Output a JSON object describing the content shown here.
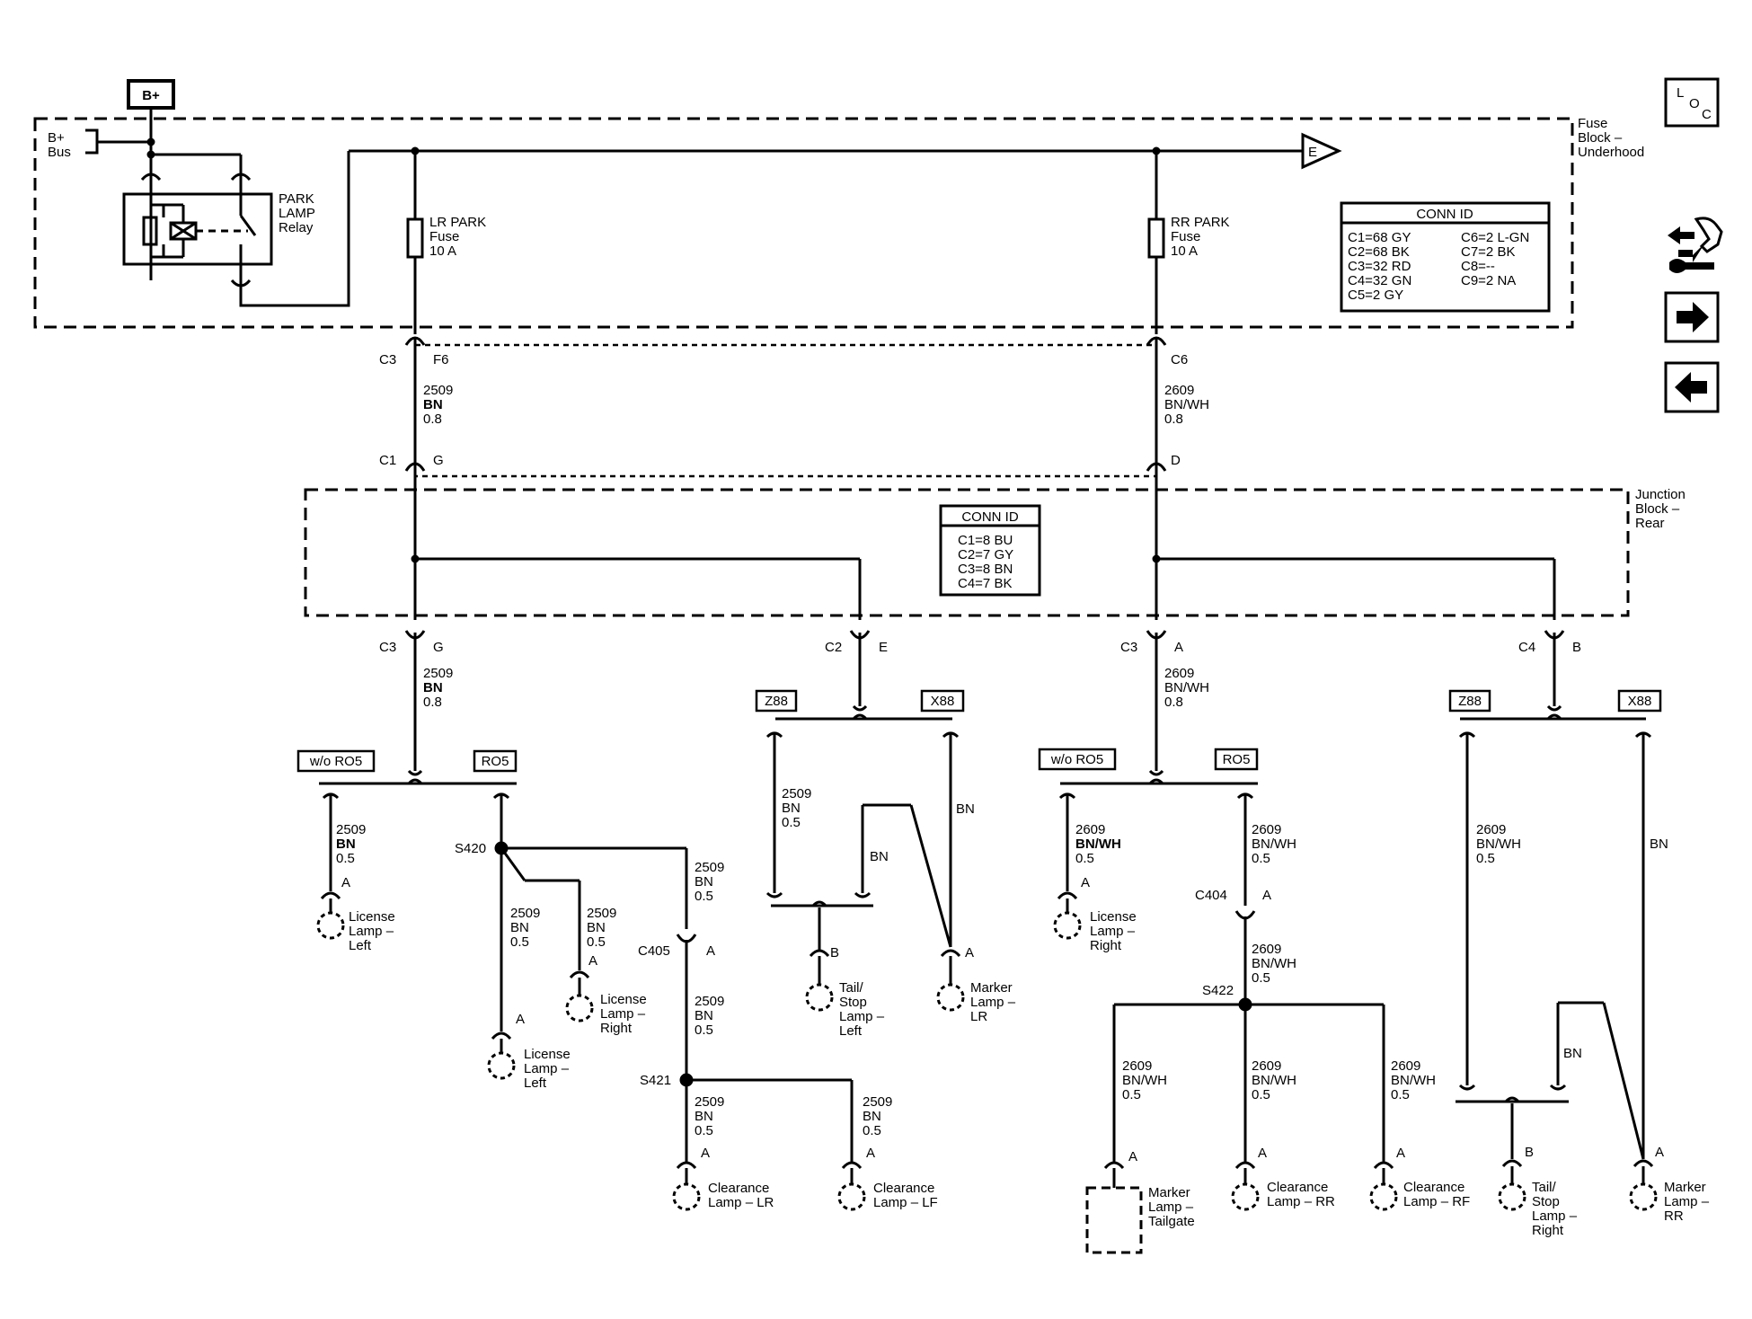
{
  "bplus": "B+",
  "bplus_bus": [
    "B+",
    "Bus"
  ],
  "loc_icon": {
    "l": "L",
    "o": "O",
    "c": "C"
  },
  "fuse_block_label": [
    "Fuse",
    "Block –",
    "Underhood"
  ],
  "junction_block_label": [
    "Junction",
    "Block –",
    "Rear"
  ],
  "relay_label": [
    "PARK",
    "LAMP",
    "Relay"
  ],
  "lr_fuse": [
    "LR PARK",
    "Fuse",
    "10 A"
  ],
  "rr_fuse": [
    "RR PARK",
    "Fuse",
    "10 A"
  ],
  "e_connector": "E",
  "conn_id_underhood": {
    "title": "CONN ID",
    "left": [
      "C1=68 GY",
      "C2=68 BK",
      "C3=32 RD",
      "C4=32 GN",
      "C5=2 GY"
    ],
    "right": [
      "C6=2 L-GN",
      "C7=2 BK",
      "C8=--",
      "C9=2 NA"
    ]
  },
  "conn_id_rear": {
    "title": "CONN ID",
    "items": [
      "C1=8 BU",
      "C2=7 GY",
      "C3=8 BN",
      "C4=7 BK"
    ]
  },
  "nav_icons": [
    "wiring-harness-icon",
    "arrow-right-icon",
    "arrow-left-icon"
  ],
  "connectors": {
    "c3": "C3",
    "f6": "F6",
    "c6": "C6",
    "c1": "C1",
    "g": "G",
    "d": "D",
    "c2": "C2",
    "e": "E",
    "a": "A",
    "c4": "C4",
    "b": "B",
    "c405": "C405",
    "c404": "C404"
  },
  "wire_2509_08": [
    "2509",
    "BN",
    "0.8"
  ],
  "wire_2609_08": [
    "2609",
    "BN/WH",
    "0.8"
  ],
  "wire_2509_05": [
    "2509",
    "BN",
    "0.5"
  ],
  "wire_2609_05": [
    "2609",
    "BN/WH",
    "0.5"
  ],
  "bn": "BN",
  "options": {
    "wo_ro5": "w/o RO5",
    "ro5": "RO5",
    "z88": "Z88",
    "x88": "X88"
  },
  "splices": {
    "s420": "S420",
    "s421": "S421",
    "s422": "S422"
  },
  "components": {
    "license_left": [
      "License",
      "Lamp –",
      "Left"
    ],
    "license_right": [
      "License",
      "Lamp –",
      "Right"
    ],
    "clearance_lr": [
      "Clearance",
      "Lamp – LR"
    ],
    "clearance_lf": [
      "Clearance",
      "Lamp – LF"
    ],
    "tail_left": [
      "Tail/",
      "Stop",
      "Lamp –",
      "Left"
    ],
    "marker_lr": [
      "Marker",
      "Lamp –",
      "LR"
    ],
    "marker_tailgate": [
      "Marker",
      "Lamp –",
      "Tailgate"
    ],
    "clearance_rr": [
      "Clearance",
      "Lamp – RR"
    ],
    "clearance_rf": [
      "Clearance",
      "Lamp – RF"
    ],
    "tail_right": [
      "Tail/",
      "Stop",
      "Lamp –",
      "Right"
    ],
    "marker_rr": [
      "Marker",
      "Lamp –",
      "RR"
    ]
  }
}
